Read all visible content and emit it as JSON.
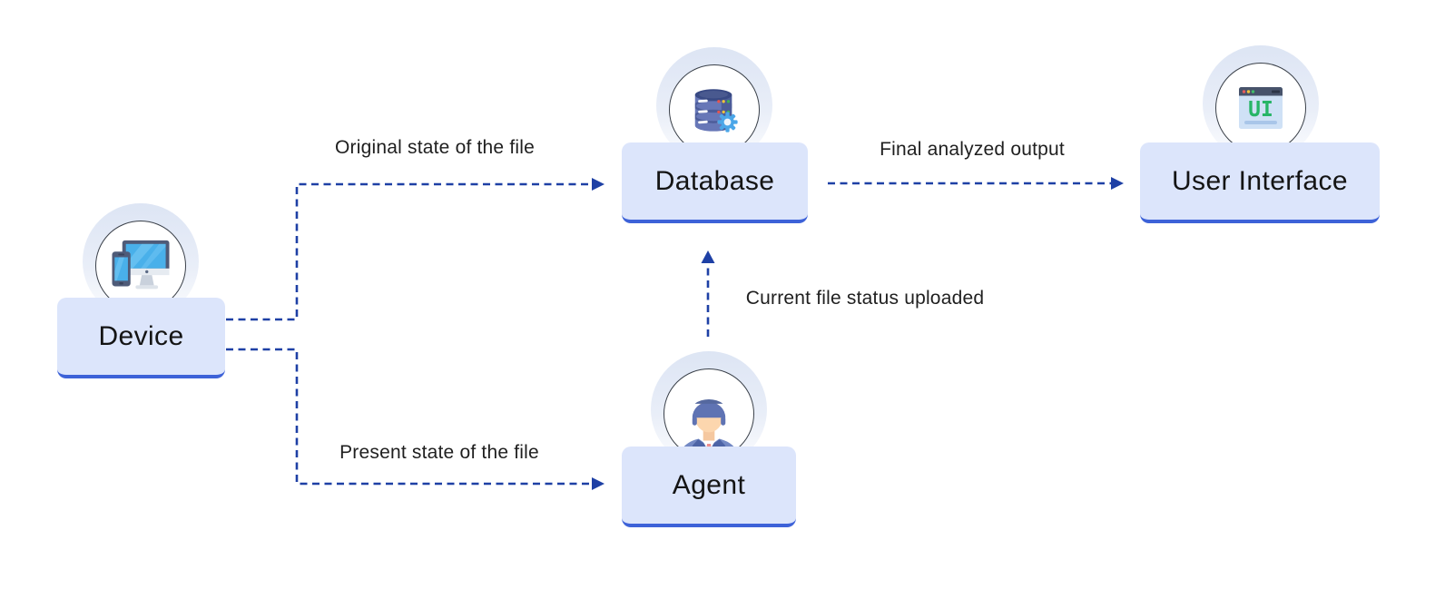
{
  "diagram": {
    "nodes": [
      {
        "id": "device",
        "label": "Device",
        "icon": "device-icon"
      },
      {
        "id": "database",
        "label": "Database",
        "icon": "database-icon"
      },
      {
        "id": "agent",
        "label": "Agent",
        "icon": "agent-icon"
      },
      {
        "id": "user-interface",
        "label": "User Interface",
        "icon": "browser-ui-icon"
      }
    ],
    "edges": [
      {
        "from": "Device",
        "to": "Database",
        "label": "Original state of the file"
      },
      {
        "from": "Device",
        "to": "Agent",
        "label": "Present state of the file"
      },
      {
        "from": "Agent",
        "to": "Database",
        "label": "Current file status uploaded"
      },
      {
        "from": "Database",
        "to": "User Interface",
        "label": "Final analyzed output"
      }
    ],
    "ui_icon_text": "UI",
    "colors": {
      "background": "#ffffff",
      "node_fill": "#dce5fb",
      "node_border": "#3d62d8",
      "arrow": "#1e40a5",
      "text": "#1f1f1f"
    }
  }
}
